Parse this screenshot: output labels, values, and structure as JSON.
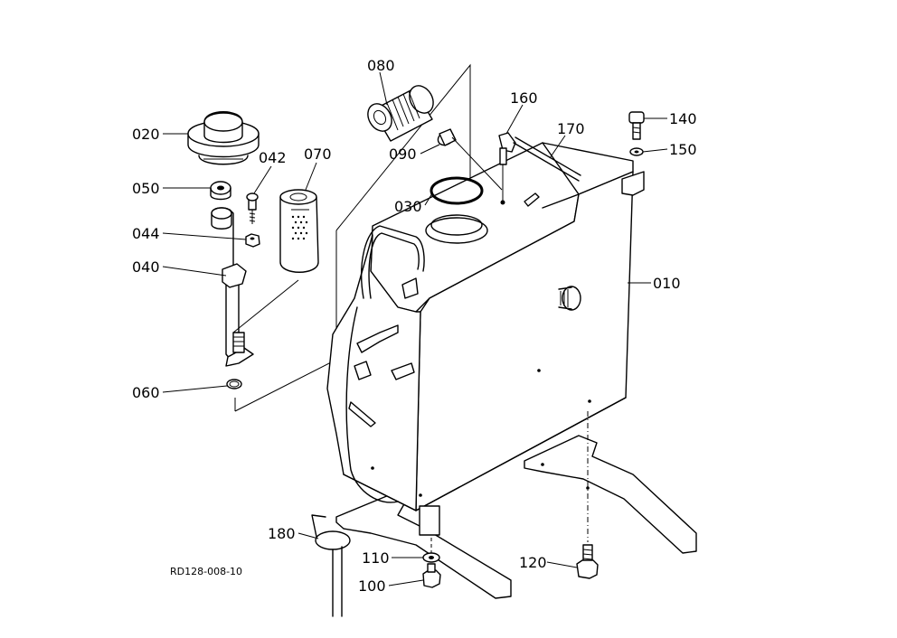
{
  "labels": {
    "p010": "010",
    "p020": "020",
    "p030": "030",
    "p040": "040",
    "p042": "042",
    "p044": "044",
    "p050": "050",
    "p060": "060",
    "p070": "070",
    "p080": "080",
    "p090": "090",
    "p100": "100",
    "p110": "110",
    "p120": "120",
    "p140": "140",
    "p150": "150",
    "p160": "160",
    "p170": "170",
    "p180": "180"
  },
  "reference_code": "RD128-008-10"
}
